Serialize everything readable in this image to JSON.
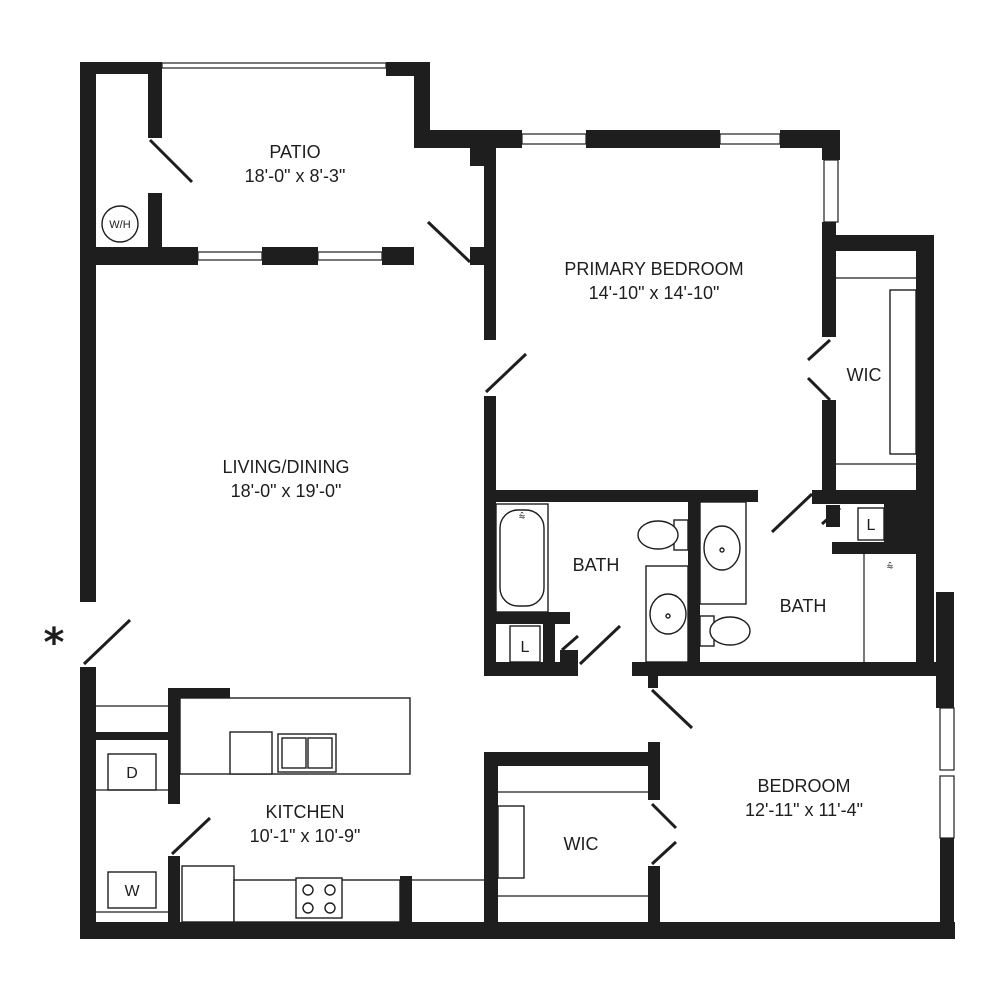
{
  "rooms": {
    "patio": {
      "name": "PATIO",
      "dimensions": "18'-0\" x 8'-3\""
    },
    "primary_bedroom": {
      "name": "PRIMARY BEDROOM",
      "dimensions": "14'-10\" x 14'-10\""
    },
    "living_dining": {
      "name": "LIVING/DINING",
      "dimensions": "18'-0\" x 19'-0\""
    },
    "kitchen": {
      "name": "KITCHEN",
      "dimensions": "10'-1\" x 10'-9\""
    },
    "bedroom": {
      "name": "BEDROOM",
      "dimensions": "12'-11\" x 11'-4\""
    },
    "bath_1": {
      "name": "BATH"
    },
    "bath_2": {
      "name": "BATH"
    },
    "wic_primary": {
      "name": "WIC"
    },
    "wic_bedroom": {
      "name": "WIC"
    }
  },
  "fixtures": {
    "water_heater": "W/H",
    "linen_1": "L",
    "linen_2": "L",
    "dryer": "D",
    "washer": "W"
  },
  "marker": "*"
}
